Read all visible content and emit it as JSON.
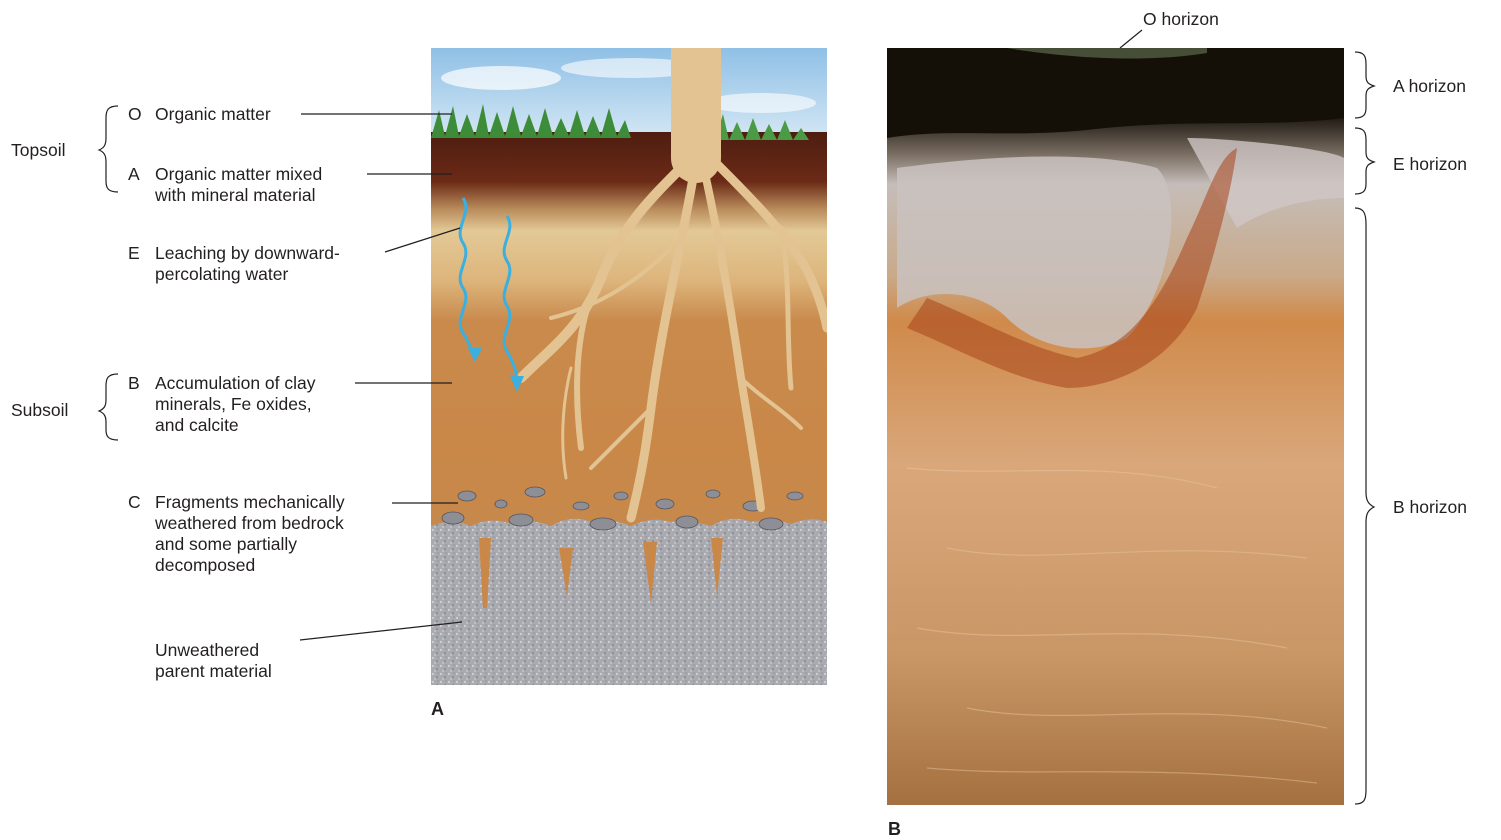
{
  "panel_a": {
    "panel_label": "A",
    "groups": {
      "topsoil": "Topsoil",
      "subsoil": "Subsoil"
    },
    "horizons": [
      {
        "letter": "O",
        "lines": [
          "Organic matter"
        ]
      },
      {
        "letter": "A",
        "lines": [
          "Organic matter mixed",
          "with mineral material"
        ]
      },
      {
        "letter": "E",
        "lines": [
          "Leaching by downward-",
          "percolating water"
        ]
      },
      {
        "letter": "B",
        "lines": [
          "Accumulation of clay",
          "minerals, Fe oxides,",
          "and calcite"
        ]
      },
      {
        "letter": "C",
        "lines": [
          "Fragments mechanically",
          "weathered from bedrock",
          "and some partially",
          "decomposed"
        ]
      },
      {
        "letter": "",
        "lines": [
          "Unweathered",
          "parent material"
        ]
      }
    ]
  },
  "panel_b": {
    "panel_label": "B",
    "labels": {
      "o": "O  horizon",
      "a": "A  horizon",
      "e": "E  horizon",
      "b": "B  horizon"
    }
  },
  "colors": {
    "sky": "#a9cde8",
    "grass": "#3f8f3a",
    "organic_soil": "#5a2414",
    "leached_layer": "#dcc08c",
    "subsoil": "#c98a4c",
    "bedrock": "#a7a7ad",
    "roots": "#e2c391",
    "water_arrow": "#3ab0e0"
  }
}
